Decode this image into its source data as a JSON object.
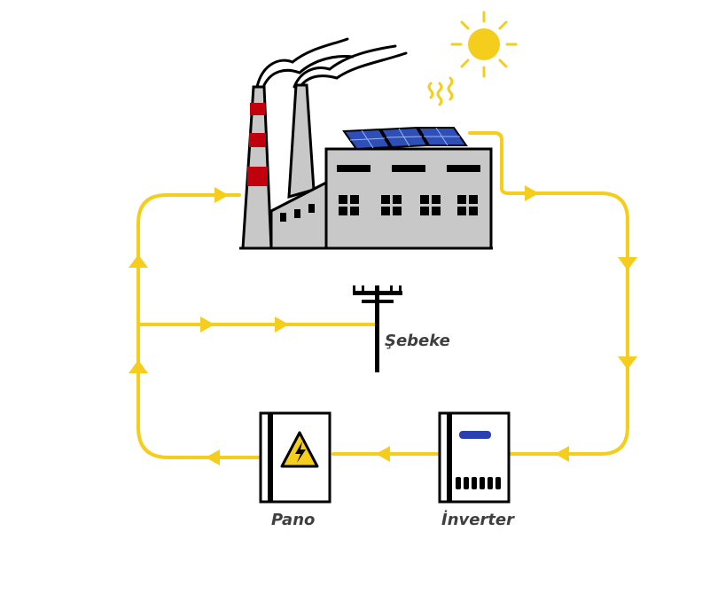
{
  "labels": {
    "grid": "Şebeke",
    "panel": "Pano",
    "inverter": "İnverter"
  },
  "colors": {
    "flow_line": "#f5cd1c",
    "building": "#c8c8c8",
    "chimney_stripe": "#c0000c",
    "solar_panel": "#2e4fb8",
    "sun": "#f5cd1c",
    "warning": "#f5cd1c",
    "inverter_indicator": "#2b3fb0",
    "outline": "#000000"
  },
  "icons": [
    "factory-icon",
    "sun-icon",
    "solar-panel-icon",
    "power-pole-icon",
    "high-voltage-warning-icon",
    "inverter-icon",
    "electrical-panel-icon"
  ]
}
